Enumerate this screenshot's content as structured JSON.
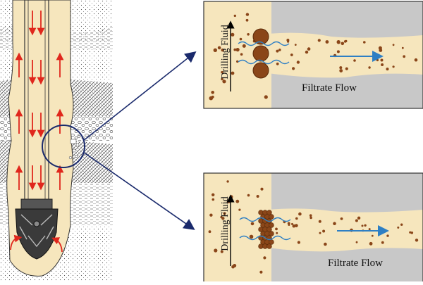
{
  "panels": [
    {
      "drilling_fluid_label": "Drilling Fluid",
      "filtrate_flow_label": "Filtrate Flow",
      "bridging": "large-particles"
    },
    {
      "drilling_fluid_label": "Drilling Fluid",
      "filtrate_flow_label": "Filtrate Flow",
      "bridging": "packed-small-particles"
    }
  ],
  "colors": {
    "fluid": "#f6e6bd",
    "particle": "#8a4619",
    "formation": "#c8c8c8",
    "arrow_red": "#e0271c",
    "arrow_blue": "#2e7fc4",
    "callout_line": "#1a2a6c",
    "outline": "#333333"
  }
}
